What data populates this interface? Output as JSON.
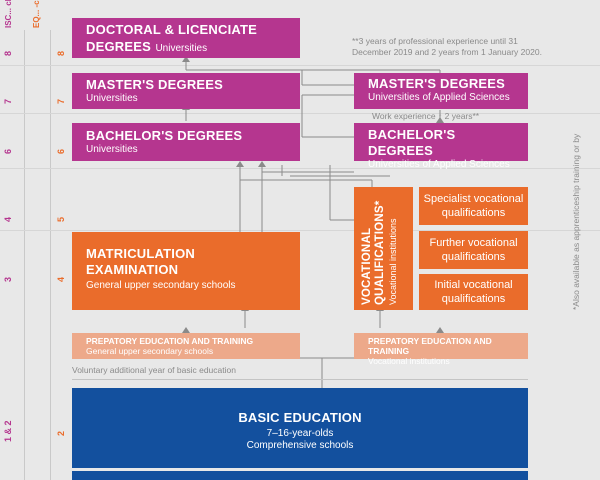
{
  "axis": {
    "isced_label": "ISC...\ncla...",
    "eqf_label": "EQ...\n-cl..."
  },
  "levels": {
    "row8": {
      "isced": "8",
      "eqf": "8"
    },
    "row7": {
      "isced": "7",
      "eqf": "7"
    },
    "row6": {
      "isced": "6",
      "eqf": "6"
    },
    "row4": {
      "isced": "4",
      "eqf": "5"
    },
    "row3": {
      "isced": "3",
      "eqf": "4"
    },
    "row12": {
      "isced": "1 & 2",
      "eqf": "2"
    }
  },
  "boxes": {
    "doctoral": {
      "title1": "DOCTORAL & LICENCIATE",
      "title2": "DEGREES",
      "sub": "Universities"
    },
    "masters_uni": {
      "title": "MASTER'S DEGREES",
      "sub": "Universities"
    },
    "bachelors_uni": {
      "title": "BACHELOR'S DEGREES",
      "sub": "Universities"
    },
    "masters_uas": {
      "title": "MASTER'S DEGREES",
      "sub": "Universities of Applied Sciences"
    },
    "bachelors_uas": {
      "title": "BACHELOR'S DEGREES",
      "sub": "Universities of Applied Sciences"
    },
    "matriculation": {
      "title1": "MATRICULATION",
      "title2": "EXAMINATION",
      "sub": "General upper secondary schools"
    },
    "vocational": {
      "title1": "VOCATIONAL",
      "title2": "QUALIFICATIONS*",
      "sub": "Vocational institutions"
    },
    "specialist": {
      "line1": "Specialist vocational",
      "line2": "qualifications"
    },
    "further": {
      "line1": "Further vocational",
      "line2": "qualifications"
    },
    "initial": {
      "line1": "Initial vocational",
      "line2": "qualifications"
    },
    "prep_general": {
      "title": "PREPATORY EDUCATION AND TRAINING",
      "sub": "General upper secondary schools"
    },
    "prep_vocational": {
      "title": "PREPATORY EDUCATION AND TRAINING",
      "sub": "Vocational institutions"
    },
    "basic": {
      "title": "BASIC EDUCATION",
      "sub1": "7–16-year-olds",
      "sub2": "Comprehensive schools"
    }
  },
  "notes": {
    "work_experience_note": "**3 years of professional experience until 31 December 2019 and 2 years from 1 January 2020.",
    "work_experience_label": "Work experience",
    "work_experience_years": "2 years**",
    "voluntary_year": "Voluntary additional year  of basic education",
    "apprenticeship": "*Also available as apprenticeship training or by"
  },
  "colors": {
    "magenta": "#b5368f",
    "orange": "#ea6c2b",
    "peach": "#eda98a",
    "blue": "#13509e",
    "background": "#e8e8e8"
  }
}
